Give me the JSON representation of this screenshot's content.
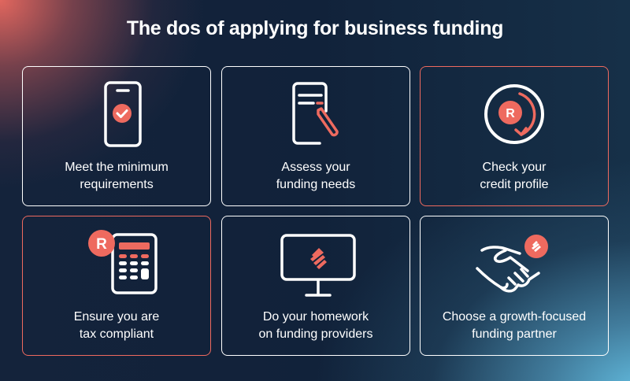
{
  "title": "The dos of applying for business funding",
  "colors": {
    "accent": "#ee6a5f",
    "navy": "#11223a",
    "white": "#ffffff",
    "blue_glow": "#64bee1"
  },
  "cards": [
    {
      "line1": "Meet the minimum",
      "line2": "requirements",
      "icon": "phone-check-icon",
      "border": "white"
    },
    {
      "line1": "Assess your",
      "line2": "funding needs",
      "icon": "document-pen-icon",
      "border": "white"
    },
    {
      "line1": "Check your",
      "line2": "credit profile",
      "icon": "credit-cycle-icon",
      "border": "accent"
    },
    {
      "line1": "Ensure you are",
      "line2": "tax compliant",
      "icon": "calculator-icon",
      "border": "accent"
    },
    {
      "line1": "Do your homework",
      "line2": "on funding providers",
      "icon": "monitor-logo-icon",
      "border": "white"
    },
    {
      "line1": "Choose a growth-focused",
      "line2": "funding partner",
      "icon": "handshake-icon",
      "border": "white"
    }
  ],
  "badges": {
    "currency_letter": "R"
  }
}
